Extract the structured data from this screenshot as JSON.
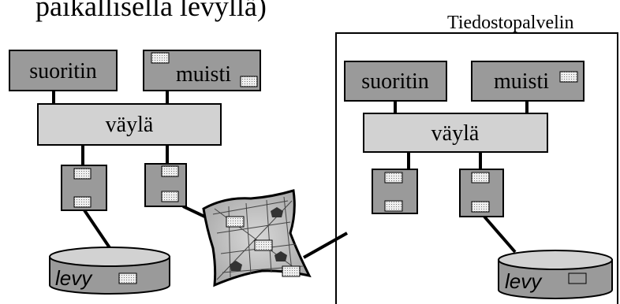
{
  "caption_fragment": "paikallisella levyllä)",
  "server_label": "Tiedostopalvelin",
  "local": {
    "cpu_label": "suoritin",
    "memory_label": "muisti",
    "bus_label": "väylä",
    "disk_label": "levy"
  },
  "server": {
    "cpu_label": "suoritin",
    "memory_label": "muisti",
    "bus_label": "väylä",
    "disk_label": "levy"
  },
  "colors": {
    "component_fill": "#9a9a9a",
    "bus_fill": "#d2d2d2",
    "block_fill": "#e8e8e8",
    "block_stipple": "#8a8a8a",
    "line": "#000000"
  }
}
